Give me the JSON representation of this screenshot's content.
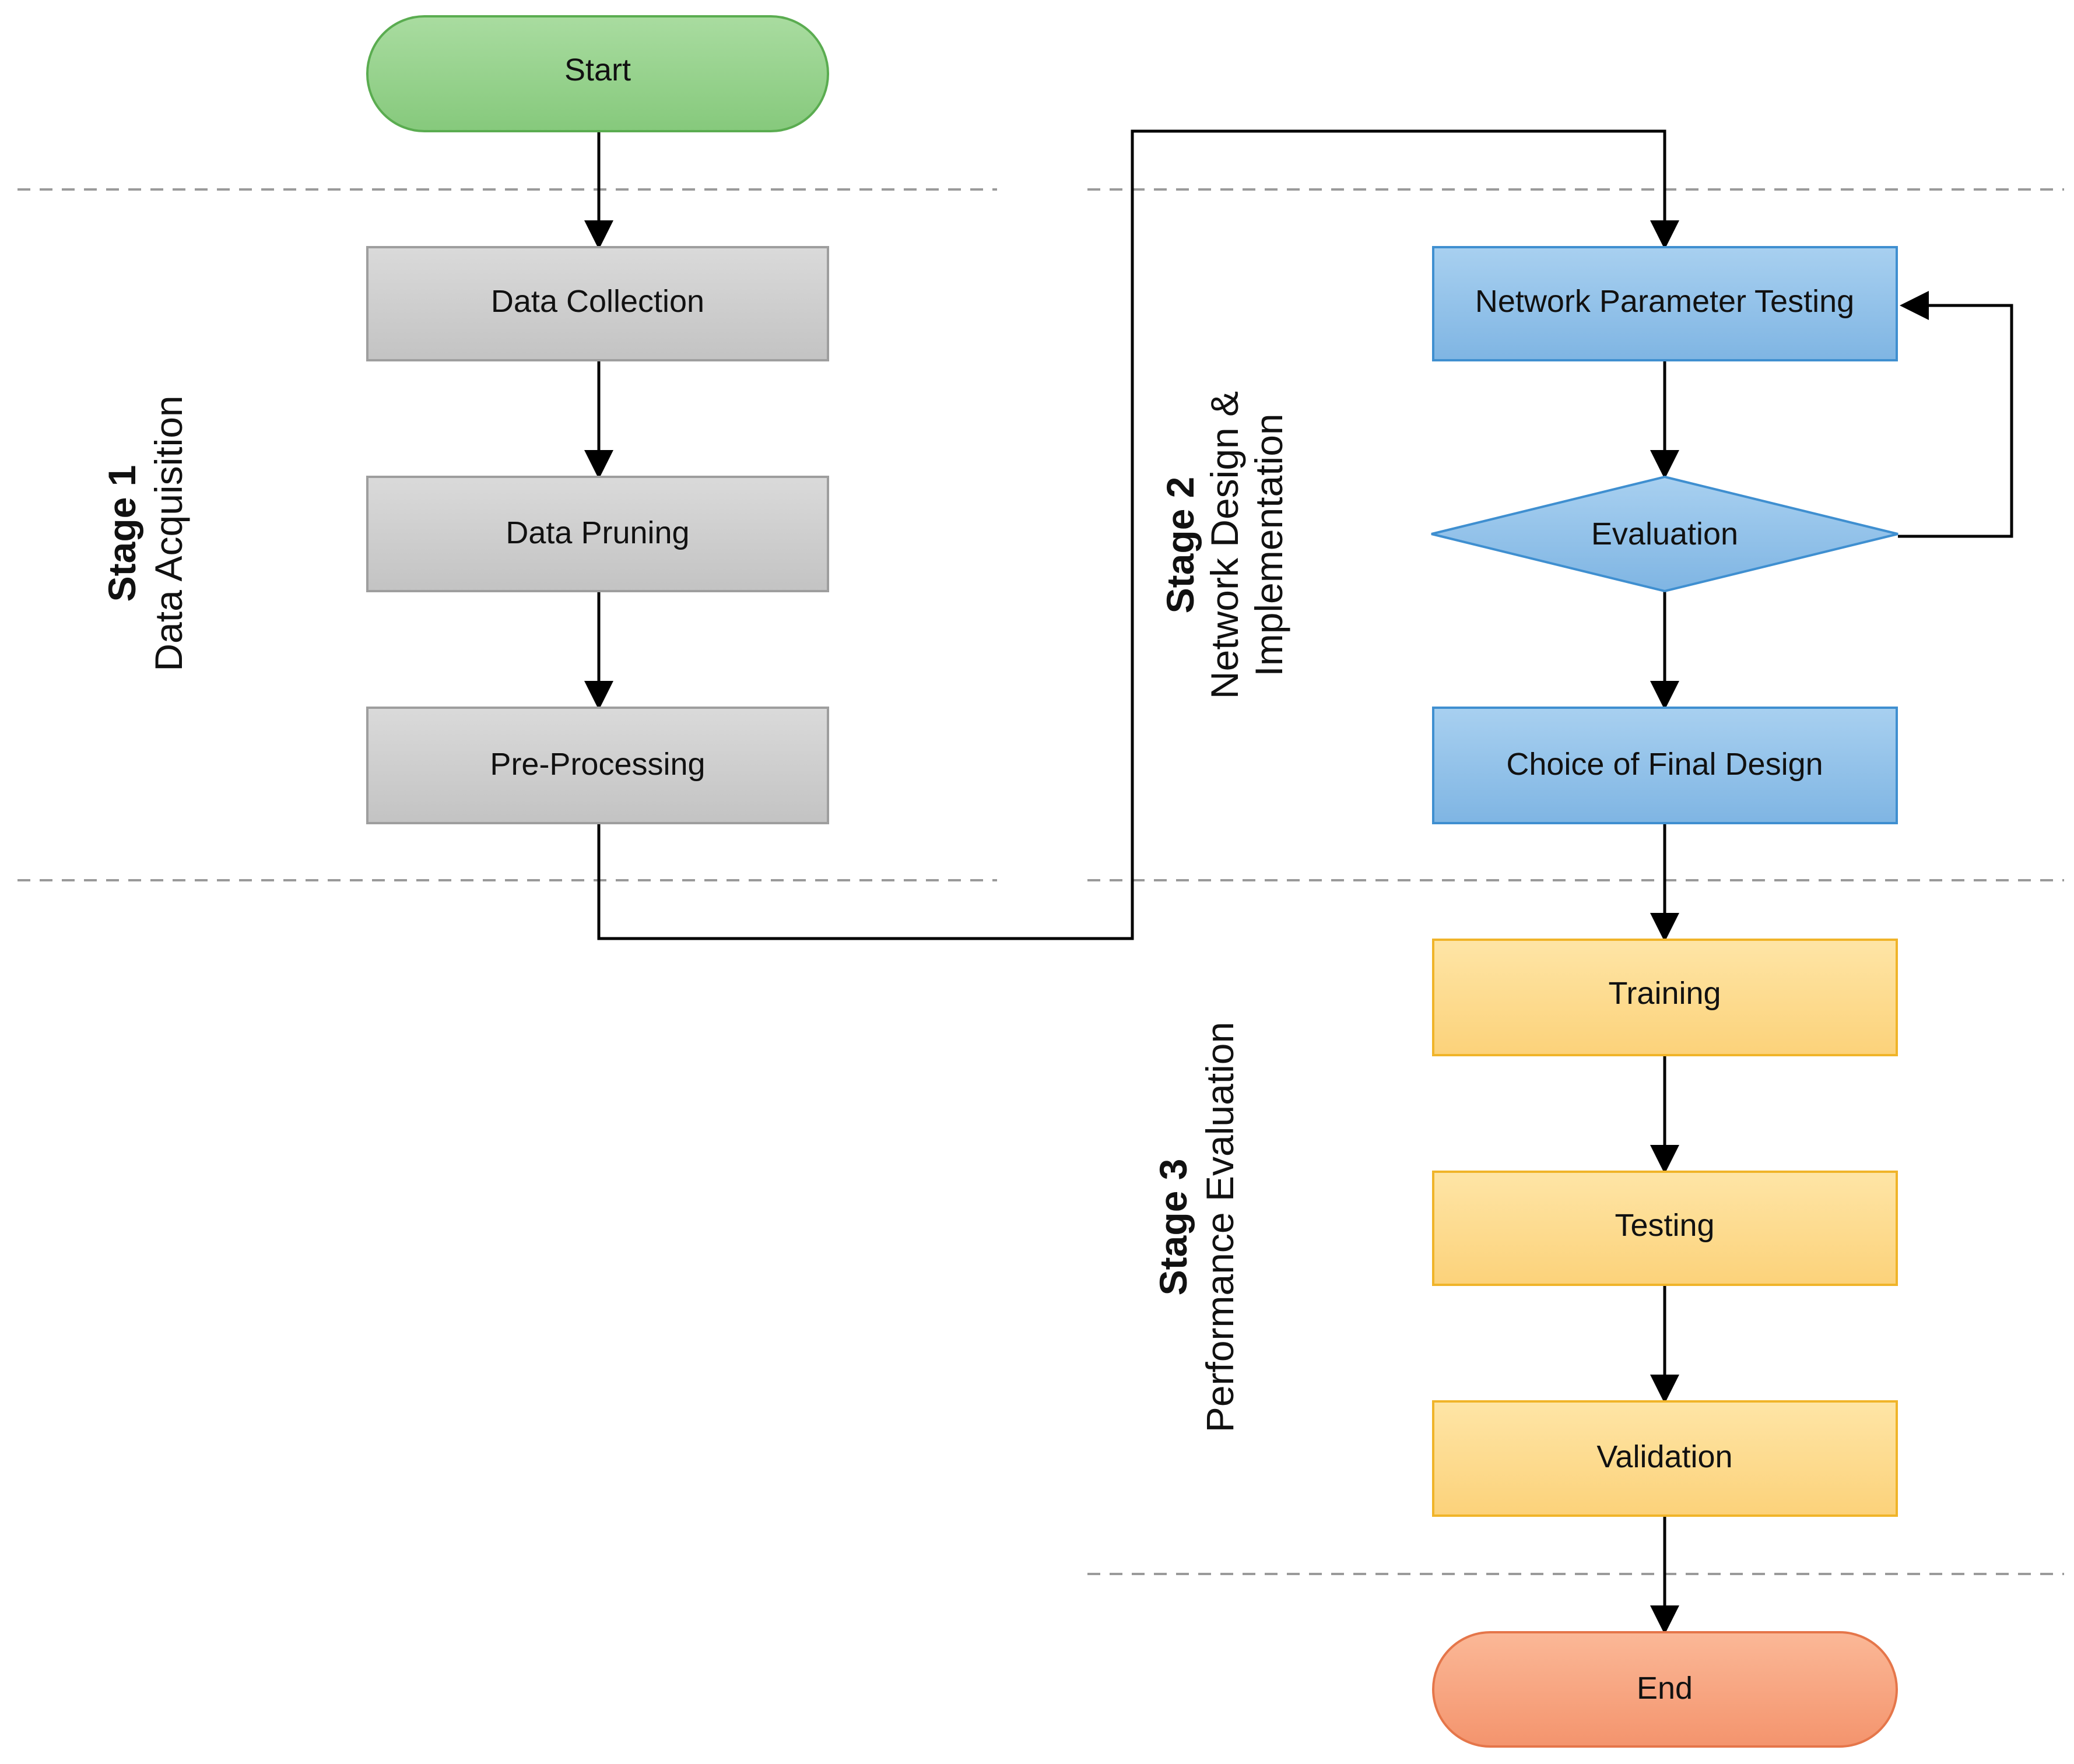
{
  "nodes": {
    "start": "Start",
    "data_collection": "Data Collection",
    "data_pruning": "Data Pruning",
    "pre_processing": "Pre-Processing",
    "network_parameter_testing": "Network Parameter Testing",
    "evaluation": "Evaluation",
    "choice_of_final_design": "Choice of Final Design",
    "training": "Training",
    "testing": "Testing",
    "validation": "Validation",
    "end": "End"
  },
  "stages": {
    "stage1": {
      "title": "Stage 1",
      "subtitle": "Data Acquisition"
    },
    "stage2": {
      "title": "Stage 2",
      "subtitle_line1": "Network Design &",
      "subtitle_line2": "Implementation"
    },
    "stage3": {
      "title": "Stage 3",
      "subtitle": "Performance Evaluation"
    }
  },
  "colors": {
    "terminal_start": "#93cf8b",
    "acquisition": "#cfcfcf",
    "design": "#8fc1e8",
    "evaluation_stage": "#fcd88a",
    "terminal_end": "#f7a27e",
    "divider": "#9a9a9a",
    "connector": "#000000"
  }
}
